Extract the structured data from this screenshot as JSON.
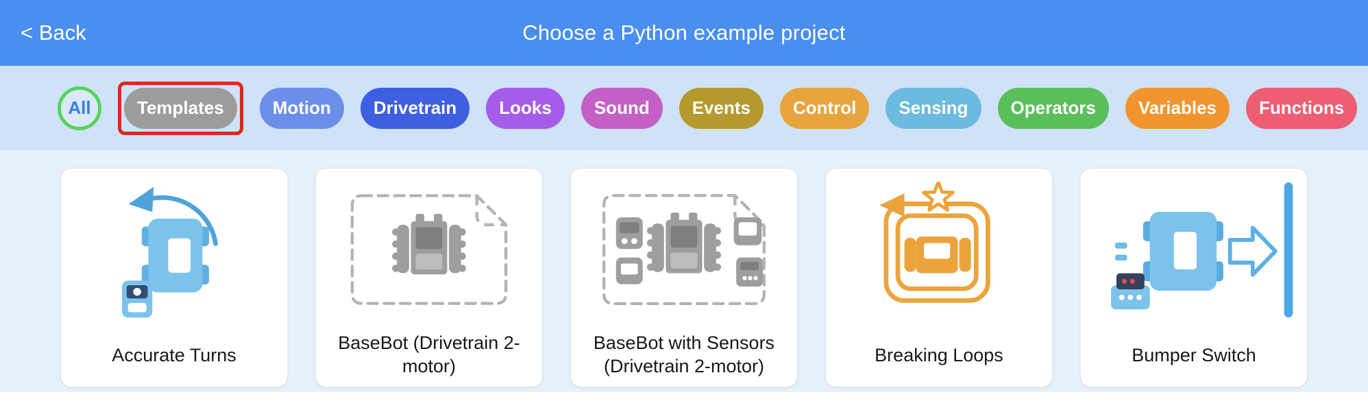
{
  "header": {
    "back_label": "< Back",
    "title": "Choose a Python example project",
    "bg": "#4a8ef0"
  },
  "filter_bar": {
    "bg": "#cfe2f8",
    "selected": "Templates",
    "highlight_color": "#d92b1f",
    "filters": [
      {
        "label": "All",
        "bg": "#d9e9fa",
        "text": "#3b7de2",
        "ring": "#55d45a"
      },
      {
        "label": "Templates",
        "bg": "#9c9c9c",
        "text": "#ffffff"
      },
      {
        "label": "Motion",
        "bg": "#6b8fe8",
        "text": "#ffffff"
      },
      {
        "label": "Drivetrain",
        "bg": "#3d5fe0",
        "text": "#ffffff"
      },
      {
        "label": "Looks",
        "bg": "#a55ce8",
        "text": "#ffffff"
      },
      {
        "label": "Sound",
        "bg": "#c45fc4",
        "text": "#ffffff"
      },
      {
        "label": "Events",
        "bg": "#b5992d",
        "text": "#ffffff"
      },
      {
        "label": "Control",
        "bg": "#e8a43c",
        "text": "#ffffff"
      },
      {
        "label": "Sensing",
        "bg": "#6cbade",
        "text": "#ffffff"
      },
      {
        "label": "Operators",
        "bg": "#5abf5a",
        "text": "#ffffff"
      },
      {
        "label": "Variables",
        "bg": "#f0952e",
        "text": "#ffffff"
      },
      {
        "label": "Functions",
        "bg": "#ee5d72",
        "text": "#ffffff"
      }
    ]
  },
  "content": {
    "bg": "#e7f1fc",
    "cards": [
      {
        "title": "Accurate Turns",
        "icon": "accurate-turns-icon",
        "icon_color": "#7cc3ec"
      },
      {
        "title": "BaseBot (Drivetrain 2-motor)",
        "icon": "basebot-icon",
        "icon_color": "#9e9e9e"
      },
      {
        "title": "BaseBot with Sensors (Drivetrain 2-motor)",
        "icon": "basebot-with-sensors-icon",
        "icon_color": "#9e9e9e"
      },
      {
        "title": "Breaking Loops",
        "icon": "breaking-loops-icon",
        "icon_color": "#eba43c"
      },
      {
        "title": "Bumper Switch",
        "icon": "bumper-switch-icon",
        "icon_color": "#6fbce8"
      }
    ]
  }
}
